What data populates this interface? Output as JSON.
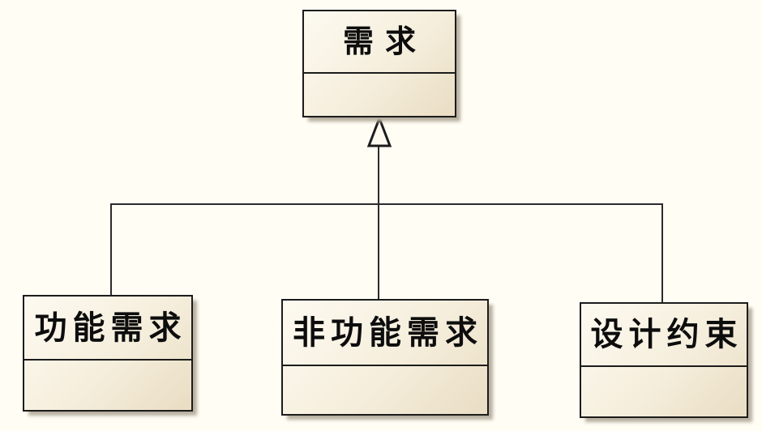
{
  "diagram": {
    "type": "uml-class-diagram",
    "relationship": "generalization",
    "parent": {
      "label": "需求"
    },
    "children": [
      {
        "label": "功能需求"
      },
      {
        "label": "非功能需求"
      },
      {
        "label": "设计约束"
      }
    ],
    "colors": {
      "background": "#fffdf4",
      "box_fill_light": "#fdfaf1",
      "box_fill_dark": "#e9ddc3",
      "border": "#1c1c1c",
      "connector_line": "#2b2b2b",
      "shadow": "#b8b0a0",
      "text": "#0d0d0d"
    }
  }
}
